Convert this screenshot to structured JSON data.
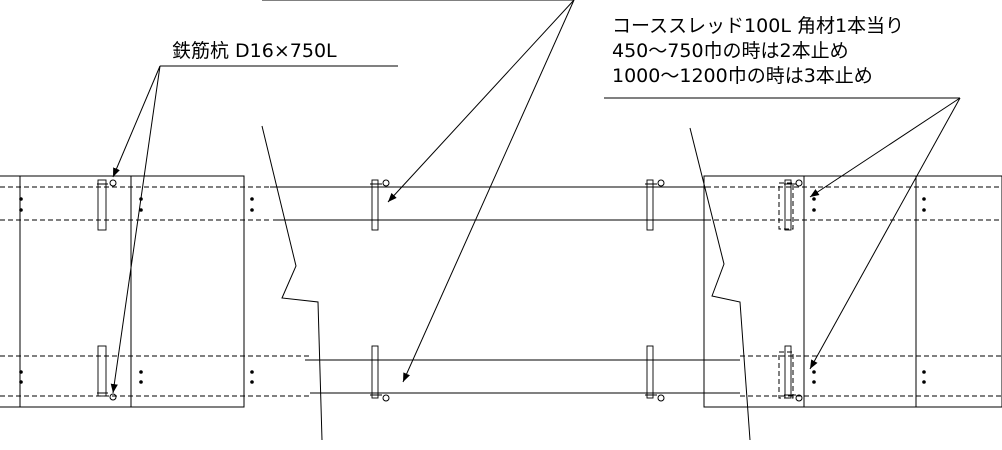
{
  "labels": {
    "rebar_stake": "鉄筋杭 D16×750L",
    "screw_line1": "コーススレッド100L 角材1本当り",
    "screw_line2": "450〜750巾の時は2本止め",
    "screw_line3": "1000〜1200巾の時は3本止め"
  },
  "colors": {
    "line": "#000000",
    "background": "#ffffff"
  },
  "icons": [
    "pin-head-icon",
    "screw-pair-icon"
  ]
}
